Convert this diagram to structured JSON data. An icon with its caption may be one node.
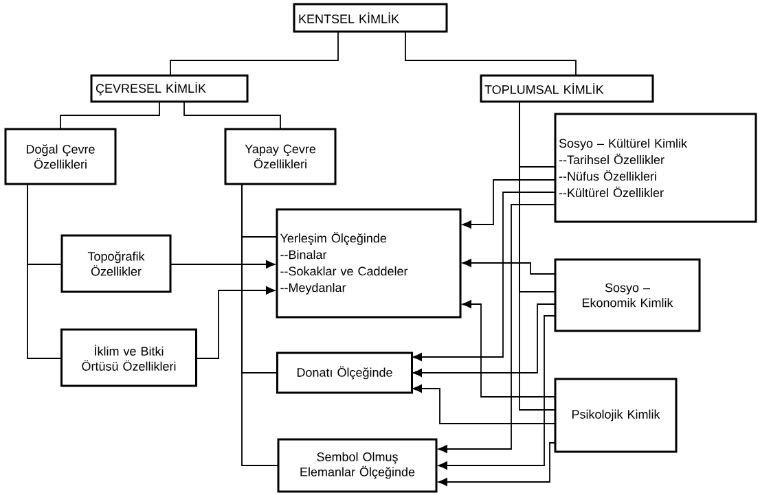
{
  "diagram": {
    "nodes": [
      {
        "text": [
          "KENTSEL KİMLİK"
        ]
      },
      {
        "text": [
          "ÇEVRESEL KİMLİK"
        ]
      },
      {
        "text": [
          "TOPLUMSAL KİMLİK"
        ]
      },
      {
        "text": [
          "Doğal Çevre Özellikleri"
        ]
      },
      {
        "text": [
          "Yapay Çevre Özellikleri"
        ]
      },
      {
        "text": [
          "Sosyo – Kültürel Kimlik",
          "--Tarihsel Özellikler",
          "--Nüfus Özellikleri",
          "--Kültürel Özellikler"
        ]
      },
      {
        "text": [
          "Yerleşim Ölçeğinde",
          "--Binalar",
          "--Sokaklar ve Caddeler",
          "--Meydanlar"
        ]
      },
      {
        "text": [
          "Topoğrafik Özellikler"
        ]
      },
      {
        "text": [
          "Sosyo – Ekonomik Kimlik"
        ]
      },
      {
        "text": [
          "İklim ve Bitki Örtüsü Özellikleri"
        ]
      },
      {
        "text": [
          "Donatı Ölçeğinde"
        ]
      },
      {
        "text": [
          "Psikolojik Kimlik"
        ]
      },
      {
        "text": [
          "Sembol Olmuş Elemanlar Ölçeğinde"
        ]
      }
    ],
    "edges": [
      {
        "from": 0,
        "to": 1,
        "arrow": "none"
      },
      {
        "from": 0,
        "to": 2,
        "arrow": "none"
      },
      {
        "from": 1,
        "to": 3,
        "arrow": "none"
      },
      {
        "from": 1,
        "to": 4,
        "arrow": "none"
      },
      {
        "from": 3,
        "to": 7,
        "arrow": "none"
      },
      {
        "from": 3,
        "to": 9,
        "arrow": "none"
      },
      {
        "from": 4,
        "to": 6,
        "arrow": "none"
      },
      {
        "from": 4,
        "to": 10,
        "arrow": "none"
      },
      {
        "from": 4,
        "to": 12,
        "arrow": "none"
      },
      {
        "from": 2,
        "to": 5,
        "arrow": "none"
      },
      {
        "from": 2,
        "to": 8,
        "arrow": "none"
      },
      {
        "from": 2,
        "to": 11,
        "arrow": "none"
      },
      {
        "from": 7,
        "to": 6,
        "arrow": "to"
      },
      {
        "from": 9,
        "to": 6,
        "arrow": "to"
      },
      {
        "from": 5,
        "to": 6,
        "arrow": "to"
      },
      {
        "from": 5,
        "to": 10,
        "arrow": "to"
      },
      {
        "from": 5,
        "to": 12,
        "arrow": "to"
      },
      {
        "from": 8,
        "to": 6,
        "arrow": "to"
      },
      {
        "from": 8,
        "to": 10,
        "arrow": "to"
      },
      {
        "from": 8,
        "to": 12,
        "arrow": "to"
      },
      {
        "from": 11,
        "to": 6,
        "arrow": "to"
      },
      {
        "from": 11,
        "to": 10,
        "arrow": "to"
      },
      {
        "from": 11,
        "to": 12,
        "arrow": "to"
      }
    ]
  }
}
